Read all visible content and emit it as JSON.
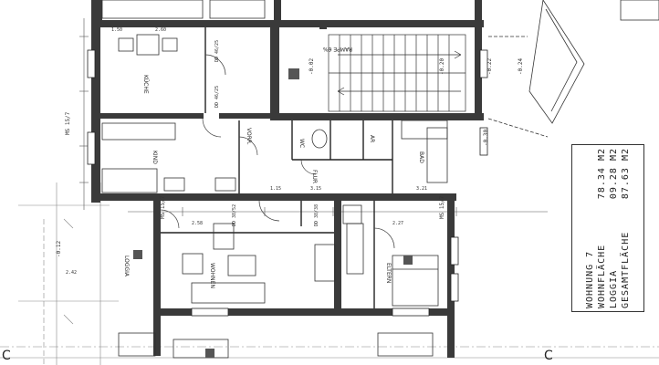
{
  "rooms": {
    "kueche": "KÜCHE",
    "kind": "KIND",
    "vorr": "VORR.",
    "wc": "WC",
    "ar": "AR",
    "bad": "BAD",
    "flur": "FLUR",
    "wohnen": "WOHNEN",
    "eltern": "ELTERN",
    "loggia": "LOGGIA"
  },
  "labels": {
    "rampe": "RAMPE 6%",
    "ms_top": "MS 15/7",
    "ms_left": "MS 15/7",
    "ms_right": "MS 15/7",
    "level_1": "-0.02",
    "level_2": "-0.20",
    "level_3": "-0.22",
    "level_4": "-0.24",
    "level_5": "-0.30",
    "level_6": "-0.12",
    "dd_1": "DD 46/25",
    "dd_2": "DD 46/25",
    "dd_3": "DD 38/52",
    "dd_4": "DD 38/38",
    "section_left": "C",
    "section_right": "C"
  },
  "legend": {
    "title": "WOHNUNG 7",
    "rows": [
      {
        "label": "WOHNFLÄCHE",
        "value": "78.34 M2"
      },
      {
        "label": "LOGGIA",
        "value": "09.28 M2"
      },
      {
        "label": "GESAMTFLÄCHE",
        "value": "87.63 M2"
      }
    ]
  }
}
